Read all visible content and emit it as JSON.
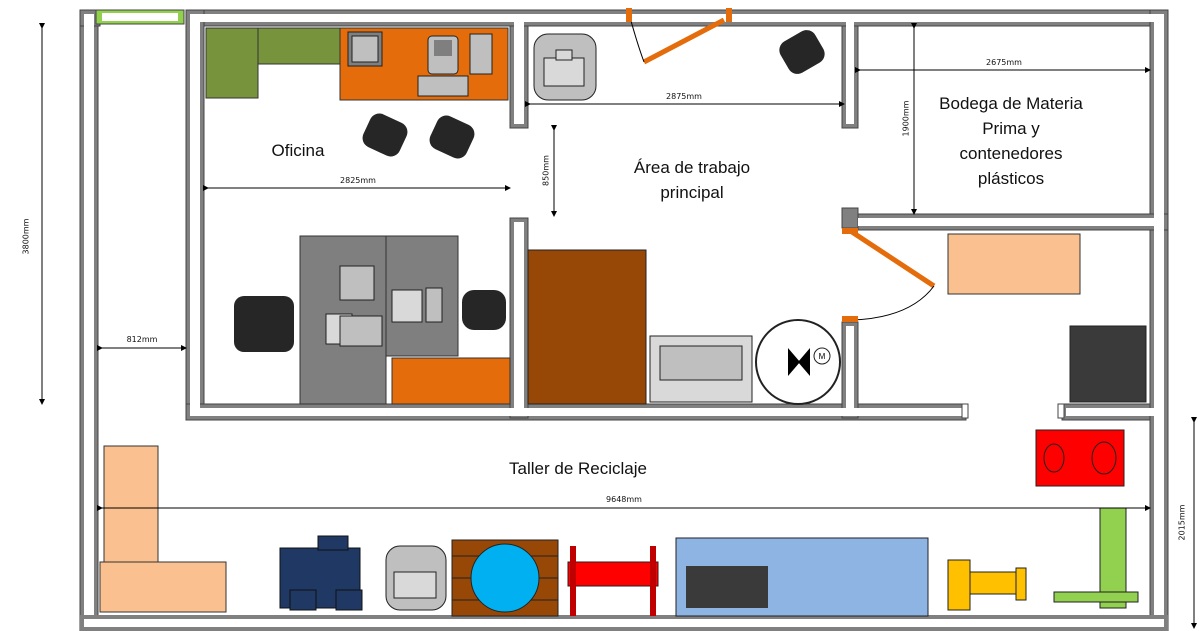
{
  "rooms": {
    "office": "Oficina",
    "main_area": [
      "Área de trabajo",
      "principal"
    ],
    "warehouse": [
      "Bodega de Materia",
      "Prima y",
      "contenedores",
      "plásticos"
    ],
    "workshop": "Taller de Reciclaje"
  },
  "dimensions": {
    "total_height": "3800mm",
    "corridor_width": "812mm",
    "office_width": "2825mm",
    "opening_height": "850mm",
    "main_width": "2875mm",
    "warehouse_width": "2675mm",
    "warehouse_height": "1900mm",
    "workshop_length": "9648mm",
    "workshop_height": "2015mm"
  },
  "equipment_labels": {
    "round_table_text": ""
  },
  "colors": {
    "wall": "#808080",
    "wall_inner": "#ffffff",
    "desk_green": "#77933c",
    "orange": "#e46c0a",
    "peach": "#fac090",
    "brown": "#984806",
    "gray_furniture": "#7f7f7f",
    "blue_table": "#8eb4e3",
    "red_machine": "#ff0000",
    "navy_machine": "#1f3864",
    "yellow_machine": "#ffc000",
    "lime_machine": "#92d050",
    "cyan": "#00b0f0"
  }
}
